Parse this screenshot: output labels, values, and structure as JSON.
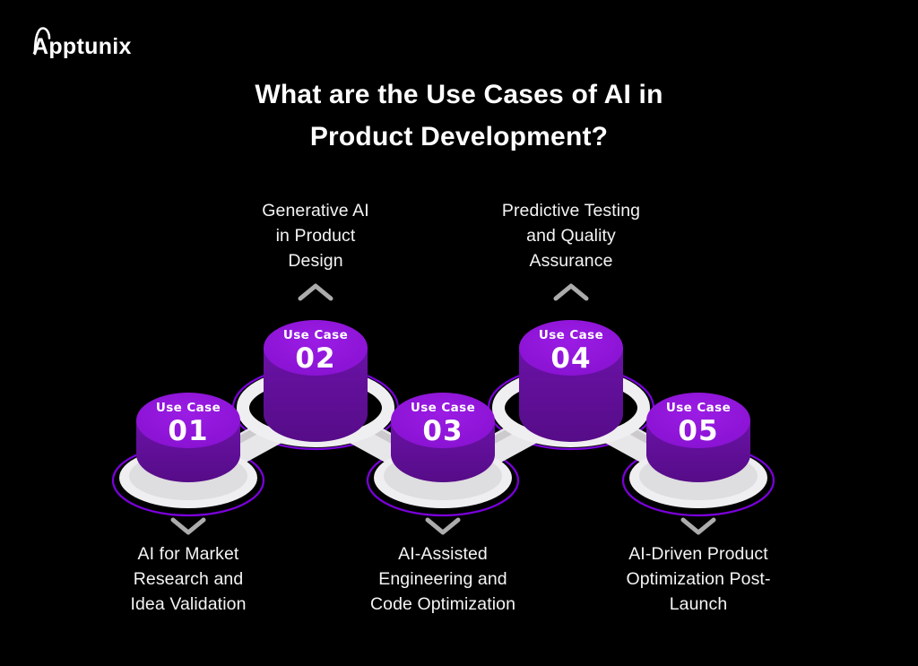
{
  "brand": {
    "name": "Apptunix"
  },
  "title": {
    "text": "What are the Use Cases of AI in\nProduct Development?"
  },
  "nodes": [
    {
      "badge": "Use Case",
      "number": "01",
      "label": "AI for Market\nResearch and\nIdea Validation",
      "label_position": "below"
    },
    {
      "badge": "Use Case",
      "number": "02",
      "label": "Generative AI\nin Product\nDesign",
      "label_position": "above"
    },
    {
      "badge": "Use Case",
      "number": "03",
      "label": "AI-Assisted\nEngineering and\nCode Optimization",
      "label_position": "below"
    },
    {
      "badge": "Use Case",
      "number": "04",
      "label": "Predictive Testing\nand Quality\nAssurance",
      "label_position": "above"
    },
    {
      "badge": "Use Case",
      "number": "05",
      "label": "AI-Driven Product\nOptimization Post-\nLaunch",
      "label_position": "below"
    }
  ],
  "colors": {
    "background": "#000000",
    "cylinder_top": "#8A12D4",
    "cylinder_top_highlight": "#9B1CE4",
    "cylinder_side": "#5E0E94",
    "cylinder_side_dark": "#560C88",
    "accent_outline": "#7C00DD",
    "platform": "#EFEEF0",
    "band": "#E7E6E8",
    "band_shadow": "#CCCACD",
    "chevron": "#ACACAC",
    "text": "#FFFFFF"
  }
}
